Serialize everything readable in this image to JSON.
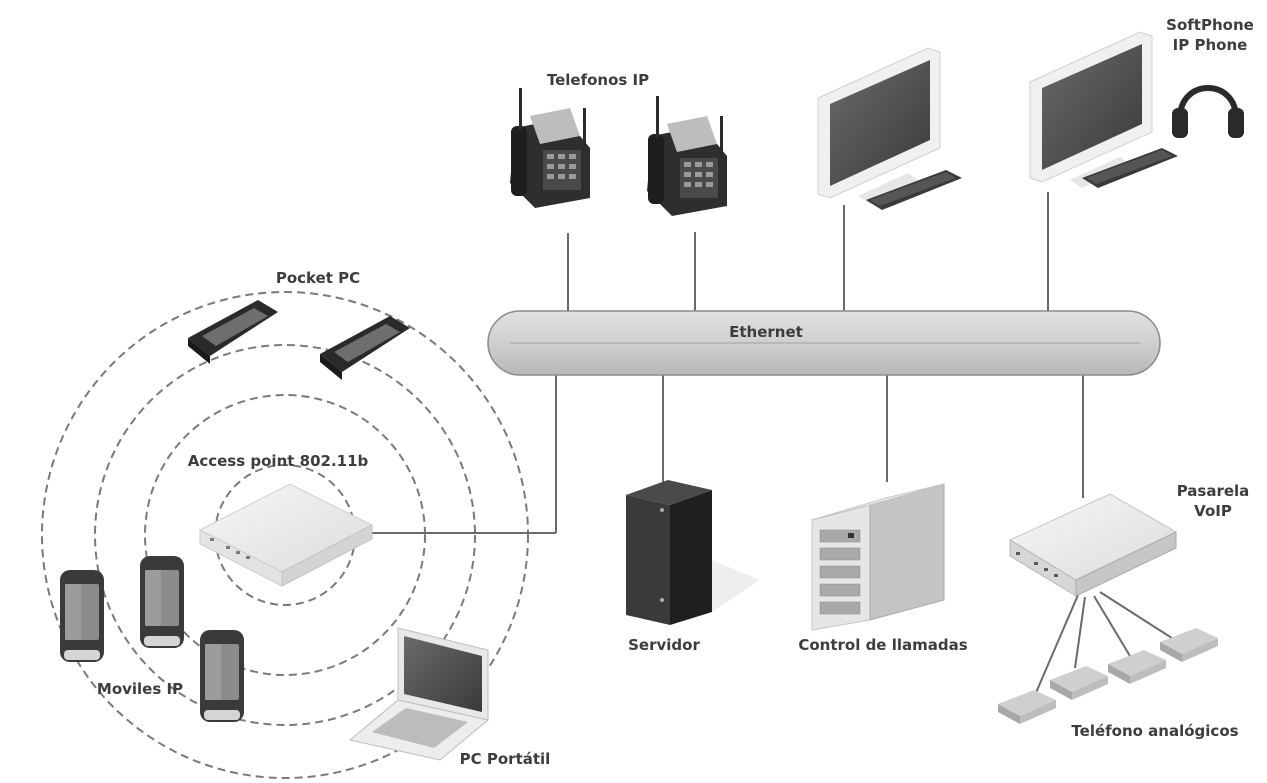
{
  "labels": {
    "ip_phones": "Telefonos IP",
    "softphone_line1": "SoftPhone",
    "softphone_line2": "IP Phone",
    "pocket_pc": "Pocket PC",
    "ethernet": "Ethernet",
    "access_point": "Access point 802.11b",
    "server": "Servidor",
    "call_control": "Control de llamadas",
    "gateway_line1": "Pasarela",
    "gateway_line2": "VoIP",
    "analog_phones": "Teléfono analógicos",
    "mobiles": "Moviles IP",
    "laptop": "PC Portátil"
  },
  "colors": {
    "bus_fill": "#c9c9c9",
    "device_dark": "#2e2e2e",
    "device_light": "#ececec",
    "text": "#3d3d3d"
  }
}
